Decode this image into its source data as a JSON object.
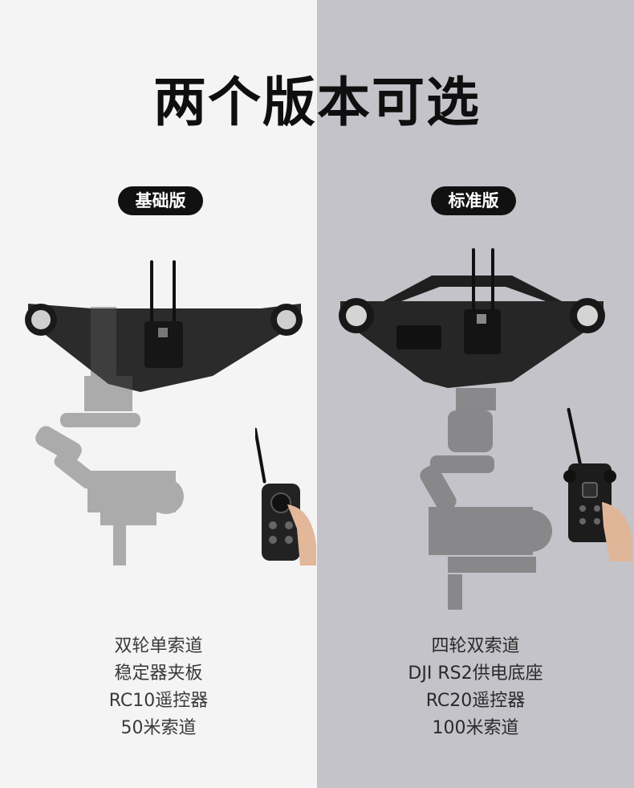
{
  "title": "两个版本可选",
  "basic": {
    "badge": "基础版",
    "features": [
      "双轮单索道",
      "稳定器夹板",
      "RC10遥控器",
      "50米索道"
    ]
  },
  "standard": {
    "badge": "标准版",
    "features": [
      "四轮双索道",
      "DJI RS2供电底座",
      "RC20遥控器",
      "100米索道"
    ]
  },
  "colors": {
    "left_bg": "#f4f4f4",
    "right_bg": "#c3c3c9",
    "badge_bg": "#111111",
    "title": "#0f0f0f"
  },
  "icons": [
    "cable-cam-basic-image",
    "cable-cam-standard-image",
    "remote-rc10-image",
    "remote-rc20-image"
  ]
}
